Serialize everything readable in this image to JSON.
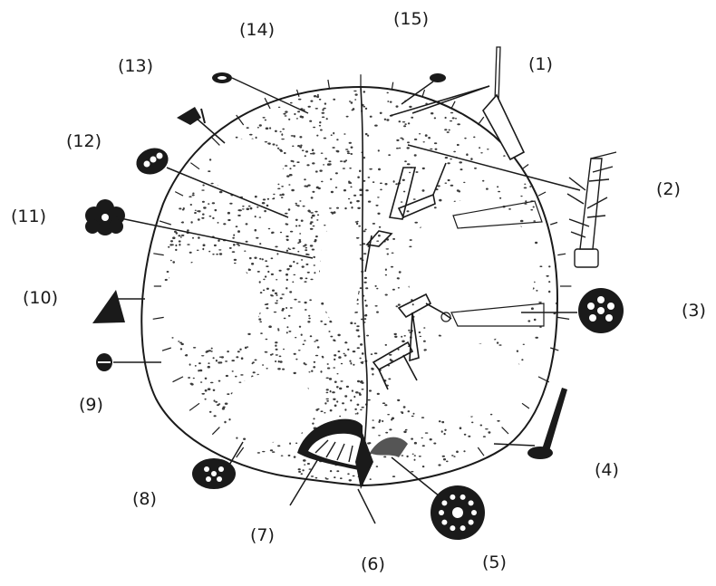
{
  "labels": {
    "l1": "(1)",
    "l2": "(2)",
    "l3": "(3)",
    "l4": "(4)",
    "l5": "(5)",
    "l6": "(6)",
    "l7": "(7)",
    "l8": "(8)",
    "l9": "(9)",
    "l10": "(10)",
    "l11": "(11)",
    "l12": "(12)",
    "l13": "(13)",
    "l14": "(14)",
    "l15": "(15)"
  },
  "colors": {
    "ink": "#1a1a1a",
    "paper": "#ffffff",
    "dot": "#3a3a3a"
  }
}
